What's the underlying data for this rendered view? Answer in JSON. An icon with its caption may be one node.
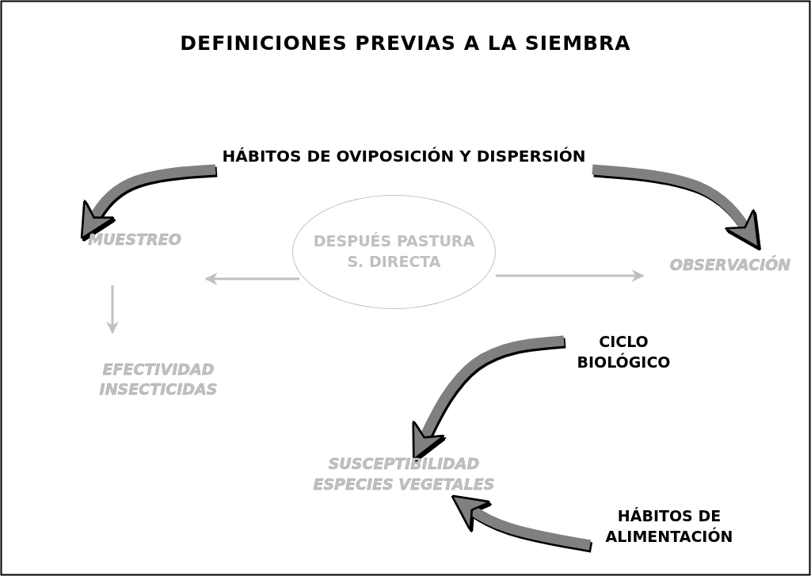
{
  "diagram": {
    "title": "DEFINICIONES PREVIAS A LA SIEMBRA",
    "nodes": [
      {
        "text": [
          "HÁBITOS DE OVIPOSICIÓN Y DISPERSIÓN"
        ]
      },
      {
        "text": [
          "DESPUÉS PASTURA S. DIRECTA"
        ]
      },
      {
        "text": [
          "MUESTREO"
        ]
      },
      {
        "text": [
          "OBSERVACIÓN"
        ]
      },
      {
        "text": [
          "EFECTIVIDAD INSECTICIDAS"
        ]
      },
      {
        "text": [
          "CICLO BIOLÓGICO"
        ]
      },
      {
        "text": [
          "SUSCEPTIBILIDAD ESPECIES VEGETALES"
        ]
      },
      {
        "text": [
          "HÁBITOS DE ALIMENTACIÓN"
        ]
      }
    ],
    "edges": [
      {
        "from": 0,
        "to": 2,
        "arrow": "to"
      },
      {
        "from": 0,
        "to": 3,
        "arrow": "to"
      },
      {
        "from": 1,
        "to": 2,
        "arrow": "to",
        "color": "#c0c0c0"
      },
      {
        "from": 1,
        "to": 3,
        "arrow": "to",
        "color": "#c0c0c0"
      },
      {
        "from": 2,
        "to": 4,
        "arrow": "to",
        "color": "#c0c0c0"
      },
      {
        "from": 5,
        "to": 6,
        "arrow": "to"
      },
      {
        "from": 7,
        "to": 6,
        "arrow": "to"
      }
    ]
  }
}
